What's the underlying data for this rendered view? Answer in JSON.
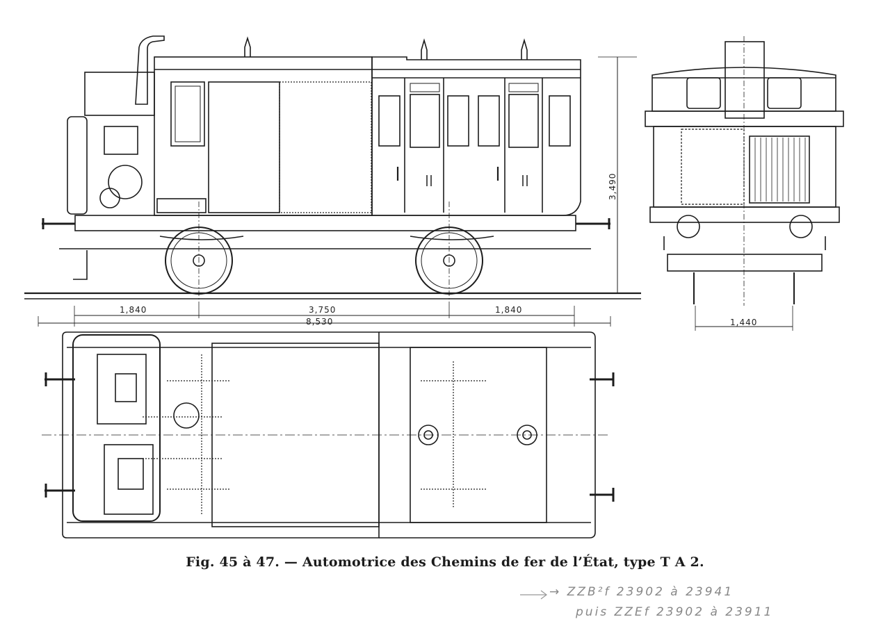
{
  "caption": "Fig. 45 à 47. — Automotrice des Chemins de fer de l’État, type T A 2.",
  "dimensions": {
    "left_overhang": "1,840",
    "wheelbase": "3,750",
    "right_overhang": "1,840",
    "overall_length": "8,530",
    "height": "3,490",
    "track_gauge": "1,440"
  },
  "handwritten_note": {
    "line1": "→ ZZB²f 23902 à 23941",
    "line2": "puis ZZEf 23902 à 23911"
  }
}
